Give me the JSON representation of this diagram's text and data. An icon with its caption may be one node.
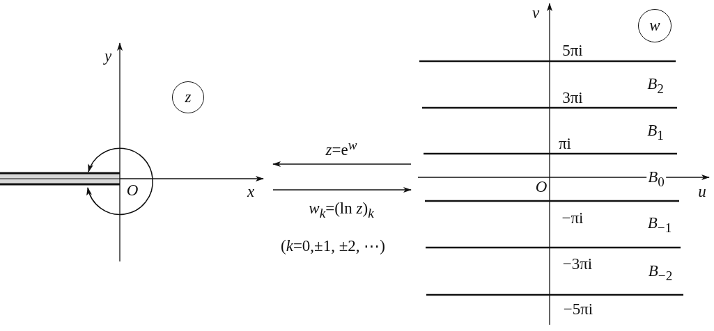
{
  "diagram": {
    "nodes": [
      {
        "text": [
          "z"
        ]
      },
      {
        "text": [
          "w"
        ]
      }
    ],
    "edges": [
      {
        "from": 1,
        "to": 0,
        "arrow": "to",
        "label": "*z*=e$^{w}$"
      },
      {
        "from": 0,
        "to": 1,
        "arrow": "to",
        "label": "*w*$_{k}$=(ln *z*)$_{k}$"
      }
    ],
    "labels": [
      "y",
      "x",
      "O",
      "(*k*=0,±1, ±2, ⋯)",
      "v",
      "5πi",
      "*B*$_{2}$",
      "3πi",
      "*B*$_{1}$",
      "πi",
      "*B*$_{0}$",
      "O",
      "u",
      "−πi",
      "*B*$_{−1}$",
      "−3πi",
      "*B*$_{−2}$",
      "−5πi"
    ]
  }
}
